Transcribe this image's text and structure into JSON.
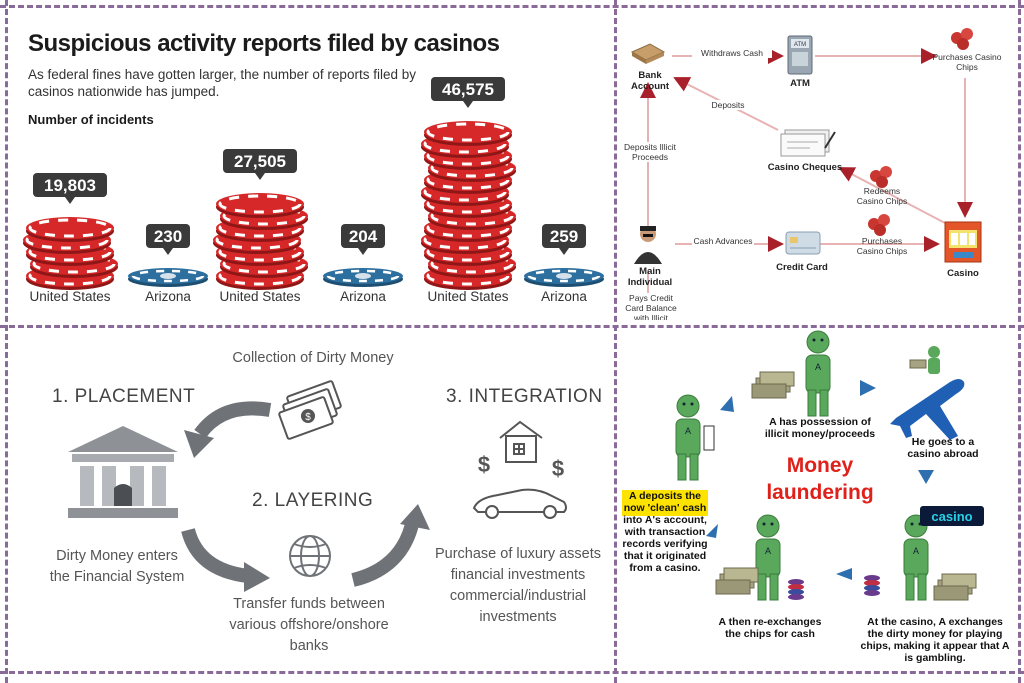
{
  "chart": {
    "title": "Suspicious activity reports filed by casinos",
    "subtitle": "As federal fines have gotten larger, the number of reports filed by casinos nationwide has jumped.",
    "ylabel": "Number of incidents"
  },
  "chart_data": {
    "type": "bar",
    "title": "Suspicious activity reports filed by casinos",
    "ylabel": "Number of incidents",
    "categories": [
      "United States",
      "Arizona",
      "United States",
      "Arizona",
      "United States",
      "Arizona"
    ],
    "values": [
      19803,
      230,
      27505,
      204,
      46575,
      259
    ],
    "value_labels": [
      "19,803",
      "230",
      "27,505",
      "204",
      "46,575",
      "259"
    ],
    "colors": {
      "us": "#d62828",
      "arizona": "#2d6f9e"
    }
  },
  "flow": {
    "bank_account": "Bank Account",
    "withdraws_cash": "Withdraws Cash",
    "atm": "ATM",
    "purchases_chips_top": "Purchases Casino Chips",
    "deposits": "Deposits",
    "deposits_illicit": "Deposits Illicit Proceeds",
    "casino_cheques": "Casino Cheques",
    "redeems_chips": "Redeems Casino Chips",
    "main_individual": "Main Individual",
    "cash_advances": "Cash Advances",
    "credit_card": "Credit Card",
    "purchases_chips_bottom": "Purchases Casino Chips",
    "casino": "Casino",
    "pays_credit": "Pays Credit Card Balance with Illicit Proceeds",
    "atm_sign": "ATM"
  },
  "stages": {
    "collection": "Collection of Dirty Money",
    "placement": "1. PLACEMENT",
    "layering": "2. LAYERING",
    "integration": "3. INTEGRATION",
    "placement_desc": [
      "Dirty Money enters",
      "the Financial System"
    ],
    "layering_desc": [
      "Transfer funds between",
      "various offshore/onshore",
      "banks"
    ],
    "integration_desc": [
      "Purchase of luxury assets",
      "financial investments",
      "commercial/industrial",
      "investments"
    ]
  },
  "cycle": {
    "title_line1": "Money",
    "title_line2": "laundering",
    "possession": "A has possession of illicit money/proceeds",
    "abroad": "He goes to a casino abroad",
    "exchange": "At the casino, A exchanges the dirty money for playing chips, making it appear that A is gambling.",
    "reexchange": "A then re-exchanges the chips for cash",
    "deposit": "A deposits the now 'clean' cash into A's account, with transaction records verifying that it originated from a casino.",
    "casino_sign": "casino",
    "person_letter": "A",
    "title_color": "#e0201a",
    "highlight_color": "#ffe300"
  }
}
